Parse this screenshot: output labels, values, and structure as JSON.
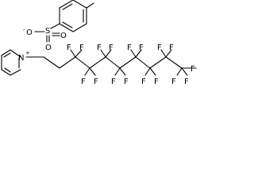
{
  "colors": {
    "bond": "#000000",
    "label": "#000000",
    "background": "#ffffff"
  },
  "tosylate": {
    "sulfur": "S",
    "oxygen_left": "O",
    "oxygen_right": "O",
    "oxygen_bottom": "O",
    "oxygen_charge": "-"
  },
  "pyridinium": {
    "nitrogen": "N",
    "nitrogen_charge": "+"
  },
  "fluorines": [
    "F",
    "F",
    "F",
    "F",
    "F",
    "F",
    "F",
    "F",
    "F",
    "F",
    "F",
    "F",
    "F",
    "F",
    "F",
    "F",
    "F"
  ]
}
